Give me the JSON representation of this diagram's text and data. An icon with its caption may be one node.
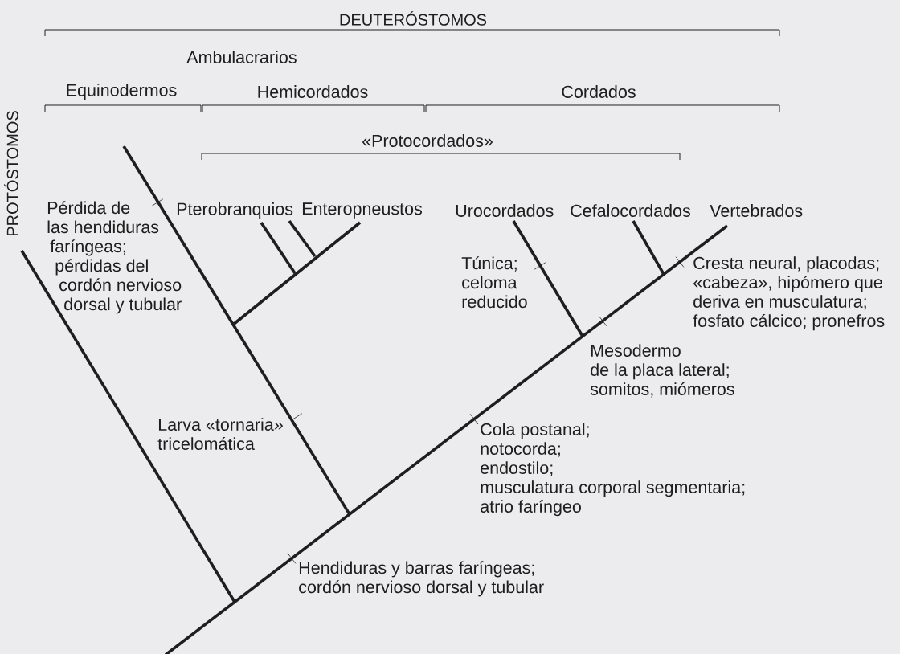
{
  "diagram": {
    "labels": [
      "DEUTERÓSTOMOS",
      "Ambulacrarios",
      "Equinodermos",
      "Hemicordados",
      "Cordados",
      "PROTÓSTOMOS",
      "«Protocordados»",
      "Pérdida de las hendiduras faríngeas; pérdidas del cordón nervioso dorsal y tubular",
      "Pterobranquios",
      "Enteropneustos",
      "Urocordados",
      "Cefalocordados",
      "Vertebrados",
      "Túnica; celoma reducido",
      "Cresta neural, placodas; «cabeza», hipómero que deriva en musculatura; fosfato cálcico; pronefros",
      "Mesodermo de la placa lateral; somitos, miómeros",
      "Larva «tornaria» tricelomática",
      "Cola postanal; notocorda; endostilo; musculatura corporal segmentaria; atrio faríngeo",
      "Hendiduras y barras faríngeas; cordón nervioso dorsal y tubular"
    ]
  }
}
